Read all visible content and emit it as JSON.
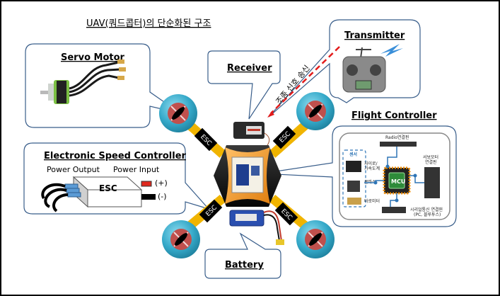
{
  "title": "UAV(쿼드콥터)의 단순화된 구조",
  "components": {
    "servo_motor": {
      "label": "Servo Motor"
    },
    "receiver": {
      "label": "Receiver"
    },
    "transmitter": {
      "label": "Transmitter"
    },
    "signal": {
      "label": "조종 신호 송신"
    },
    "flight_controller": {
      "label": "Flight Controller",
      "radio_pins": "Radio연결핀",
      "sensor_group": "센서",
      "gyro": "자이로/\n가속도계",
      "gyro_line1": "자이로/",
      "gyro_line2": "가속도계",
      "compass": "콤파스",
      "barometer": "바로미터",
      "mcu": "MCU",
      "servo_pins_line1": "서보모터",
      "servo_pins_line2": "연결핀",
      "serial_pins_line1": "시리얼통신 연결핀",
      "serial_pins_line2": "(PC, 블루투스)"
    },
    "esc": {
      "label": "Electronic Speed Controller",
      "power_output": "Power Output",
      "power_input": "Power Input",
      "box_label": "ESC",
      "plus": "(+)",
      "minus": "(-)"
    },
    "battery": {
      "label": "Battery"
    },
    "arm_esc_label": "ESC"
  },
  "colors": {
    "propeller_ring": "#3fb6d3",
    "propeller_disk": "#c0504d",
    "arm": "#f0b400",
    "signal_line": "#e31b1b",
    "callout_border": "#385d8a",
    "body_orange": "#f39a2c",
    "mcu_green": "#2e8b3a",
    "sensor_border": "#2e75b6",
    "lightning": "#3a8fd9"
  }
}
